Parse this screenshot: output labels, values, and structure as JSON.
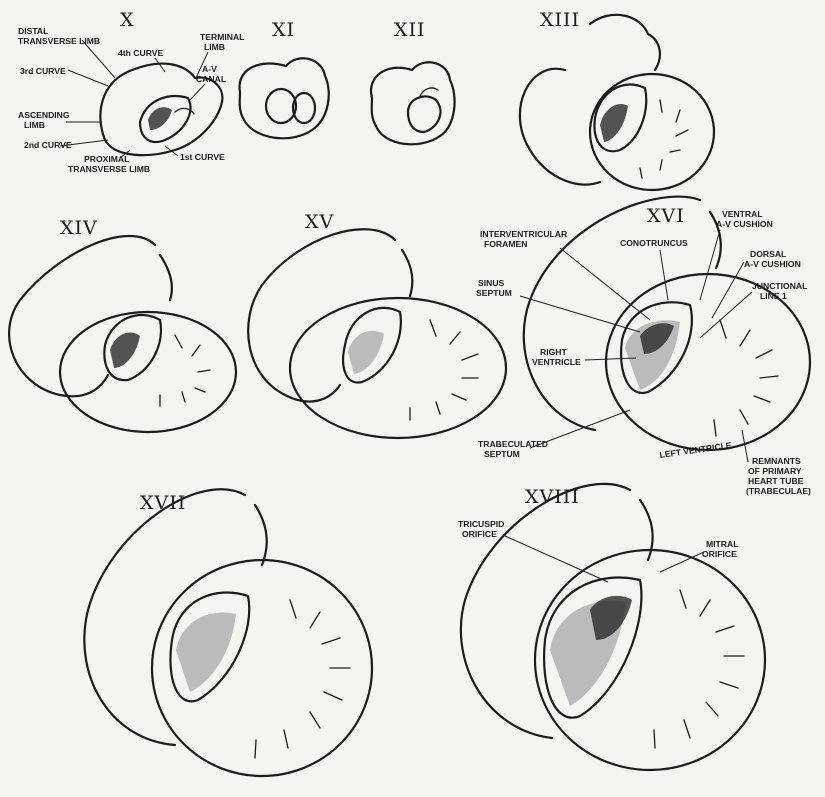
{
  "stages": [
    "X",
    "XI",
    "XII",
    "XIII",
    "XIV",
    "XV",
    "XVI",
    "XVII",
    "XVIII"
  ],
  "labels": {
    "x": {
      "distal": [
        "DISTAL",
        "TRANSVERSE LIMB"
      ],
      "curve4": "4th CURVE",
      "terminal": [
        "TERMINAL",
        "LIMB"
      ],
      "avcanal": [
        "A-V",
        "CANAL"
      ],
      "curve3": "3rd CURVE",
      "ascending": [
        "ASCENDING",
        "LIMB"
      ],
      "curve2": "2nd CURVE",
      "curve1": "1st CURVE",
      "proximal": [
        "PROXIMAL",
        "TRANSVERSE LIMB"
      ]
    },
    "xvi": {
      "interventricular": [
        "INTERVENTRICULAR",
        "FORAMEN"
      ],
      "conotruncus": "CONOTRUNCUS",
      "ventral": [
        "VENTRAL",
        "A-V CUSHION"
      ],
      "dorsal": [
        "DORSAL",
        "A-V CUSHION"
      ],
      "sinus": [
        "SINUS",
        "SEPTUM"
      ],
      "junctional": [
        "JUNCTIONAL",
        "LINE 1"
      ],
      "right": [
        "RIGHT",
        "VENTRICLE"
      ],
      "trabeculated": [
        "TRABECULATED",
        "SEPTUM"
      ],
      "leftv": "LEFT VENTRICLE",
      "remnants": [
        "REMNANTS",
        "OF PRIMARY",
        "HEART TUBE",
        "(TRABECULAE)"
      ]
    },
    "xviii": {
      "tricuspid": [
        "TRICUSPID",
        "ORIFICE"
      ],
      "mitral": [
        "MITRAL",
        "ORIFICE"
      ]
    }
  }
}
